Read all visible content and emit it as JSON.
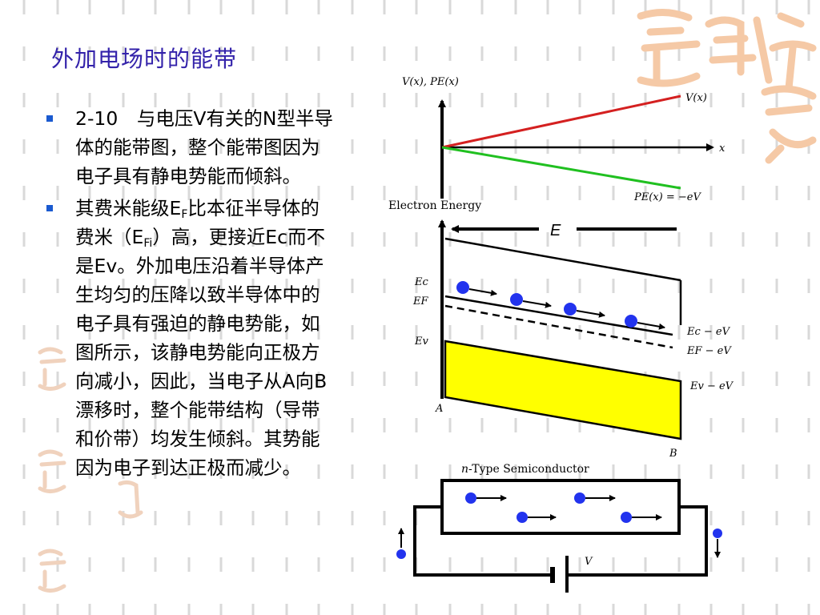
{
  "slide": {
    "title": "外加电场时的能带",
    "bullets": [
      {
        "text_a": "2-10　与电压V有关的N型半导体的能带图，整个能带图因为电子具有静电势能而倾斜。"
      },
      {
        "text_a": "其费米能级E",
        "sub_a": "F",
        "text_b": "比本征半导体的费米（E",
        "sub_b": "Fi",
        "text_c": "）高，更接近Ec而不是Ev。外加电压沿着半导体产生均匀的压降以致半导体中的电子具有强迫的静电势能，如图所示，该静电势能向正极方向减小，因此，当电子从A向B漂移时，整个能带结构（导带和价带）均发生倾斜。其势能因为电子到达正极而减少。"
      }
    ]
  },
  "diagram": {
    "top_plot": {
      "y_axis_label": "V(x), PE(x)",
      "x_axis_label": "x",
      "line_v_label": "V(x)",
      "line_pe_label": "PE(x) = −eV",
      "line_v_color": "#d42020",
      "line_pe_color": "#20c020"
    },
    "band": {
      "y_axis_label": "Electron Energy",
      "field_label": "E",
      "ec_label": "Ec",
      "ef_label": "EF",
      "ev_label": "Ev",
      "ec_right_label": "Ec − eV",
      "ef_right_label": "EF − eV",
      "ev_right_label": "Ev − eV",
      "point_a": "A",
      "point_b": "B",
      "valence_fill": "#ffff00",
      "electron_color": "#2233ee"
    },
    "circuit": {
      "title": "n-Type Semiconductor",
      "n_prefix": "n",
      "title_rest": "-Type Semiconductor",
      "battery_label": "V"
    }
  }
}
